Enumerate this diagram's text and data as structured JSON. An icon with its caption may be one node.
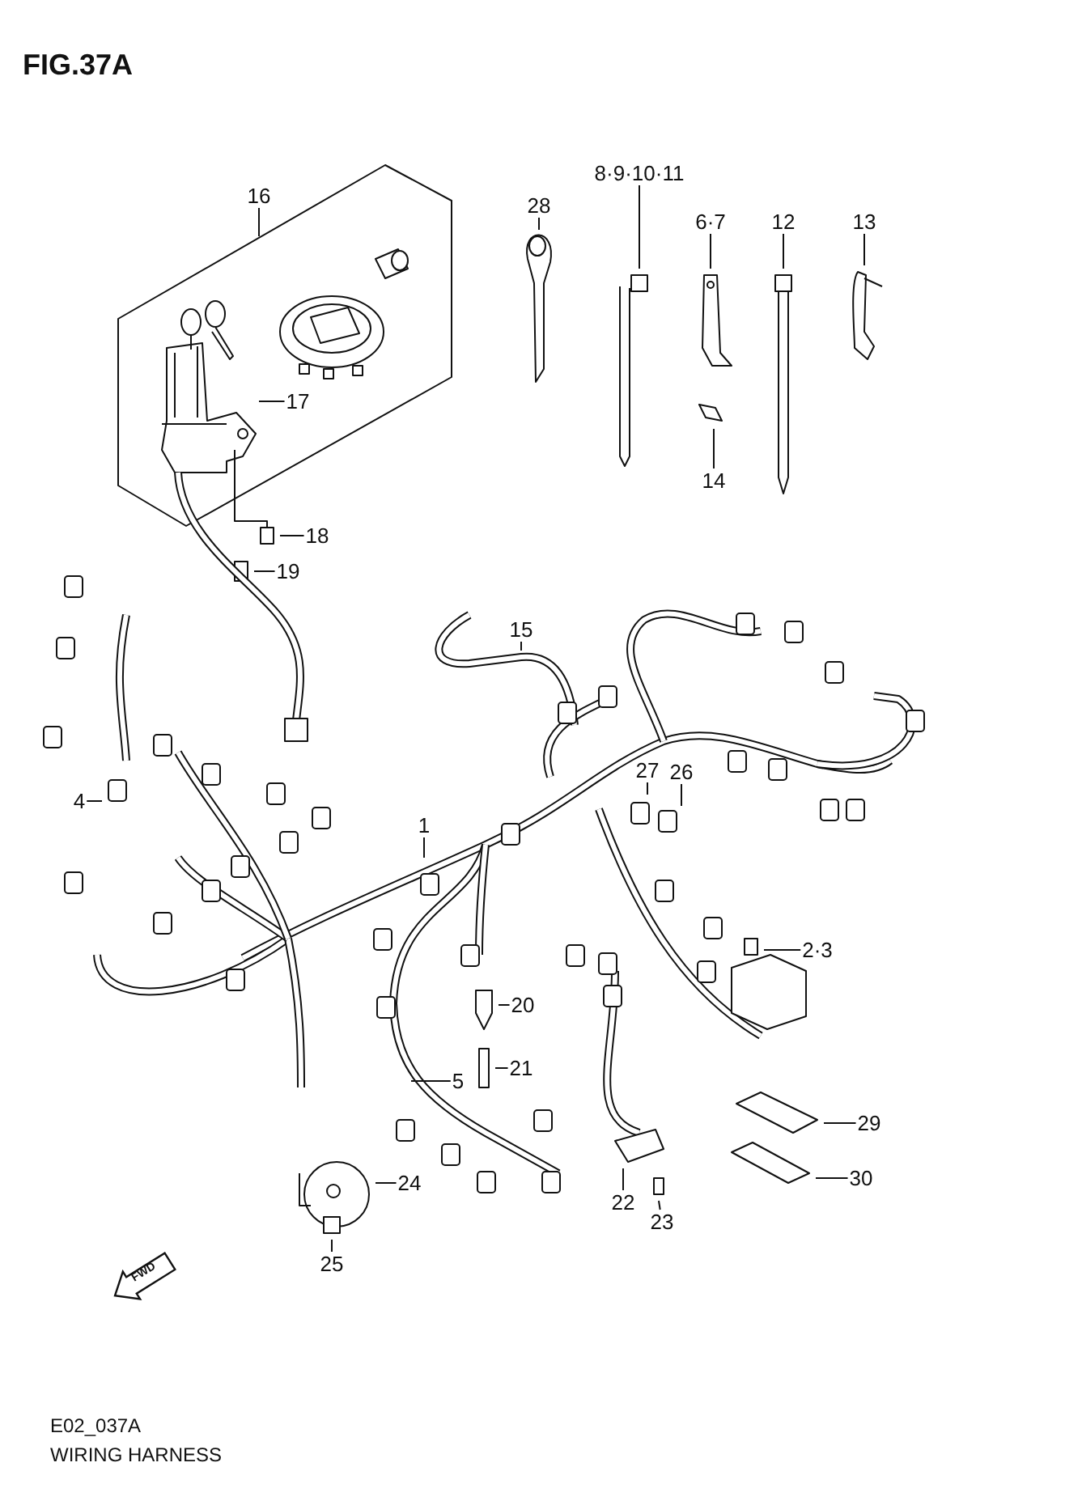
{
  "diagram": {
    "title": "FIG.37A",
    "caption": "WIRING HARNESS",
    "nodes": [
      {
        "text": [
          "8·9·10·11"
        ]
      },
      {
        "text": [
          "16"
        ]
      },
      {
        "text": [
          "28"
        ]
      },
      {
        "text": [
          "6·7"
        ]
      },
      {
        "text": [
          "12"
        ]
      },
      {
        "text": [
          "13"
        ]
      },
      {
        "text": [
          "17"
        ]
      },
      {
        "text": [
          "14"
        ]
      },
      {
        "text": [
          "18"
        ]
      },
      {
        "text": [
          "19"
        ]
      },
      {
        "text": [
          "15"
        ]
      },
      {
        "text": [
          "27"
        ]
      },
      {
        "text": [
          "26"
        ]
      },
      {
        "text": [
          "4"
        ]
      },
      {
        "text": [
          "1"
        ]
      },
      {
        "text": [
          "2·3"
        ]
      },
      {
        "text": [
          "20"
        ]
      },
      {
        "text": [
          "21"
        ]
      },
      {
        "text": [
          "5"
        ]
      },
      {
        "text": [
          "29"
        ]
      },
      {
        "text": [
          "30"
        ]
      },
      {
        "text": [
          "24"
        ]
      },
      {
        "text": [
          "22"
        ]
      },
      {
        "text": [
          "23"
        ]
      },
      {
        "text": [
          "25"
        ]
      }
    ],
    "edges": [
      {
        "from": 0,
        "to": null,
        "arrow": "none"
      },
      {
        "from": 1,
        "to": null,
        "arrow": "none"
      },
      {
        "from": 2,
        "to": null,
        "arrow": "none"
      },
      {
        "from": 3,
        "to": null,
        "arrow": "none"
      },
      {
        "from": 4,
        "to": null,
        "arrow": "none"
      },
      {
        "from": 5,
        "to": null,
        "arrow": "none"
      },
      {
        "from": 6,
        "to": null,
        "arrow": "none"
      },
      {
        "from": 7,
        "to": null,
        "arrow": "none"
      },
      {
        "from": 8,
        "to": null,
        "arrow": "none"
      },
      {
        "from": 9,
        "to": null,
        "arrow": "none"
      },
      {
        "from": 10,
        "to": null,
        "arrow": "none"
      },
      {
        "from": 11,
        "to": null,
        "arrow": "none"
      },
      {
        "from": 12,
        "to": null,
        "arrow": "none"
      },
      {
        "from": 13,
        "to": null,
        "arrow": "none"
      },
      {
        "from": 14,
        "to": null,
        "arrow": "none"
      },
      {
        "from": 15,
        "to": null,
        "arrow": "none"
      },
      {
        "from": 16,
        "to": null,
        "arrow": "none"
      },
      {
        "from": 17,
        "to": null,
        "arrow": "none"
      },
      {
        "from": 18,
        "to": null,
        "arrow": "none"
      },
      {
        "from": 19,
        "to": null,
        "arrow": "none"
      },
      {
        "from": 20,
        "to": null,
        "arrow": "none"
      },
      {
        "from": 21,
        "to": null,
        "arrow": "none"
      },
      {
        "from": 22,
        "to": null,
        "arrow": "none"
      },
      {
        "from": 23,
        "to": null,
        "arrow": "none"
      },
      {
        "from": 24,
        "to": null,
        "arrow": "none"
      }
    ],
    "labels": [
      "FWD",
      "E02_037A"
    ]
  }
}
